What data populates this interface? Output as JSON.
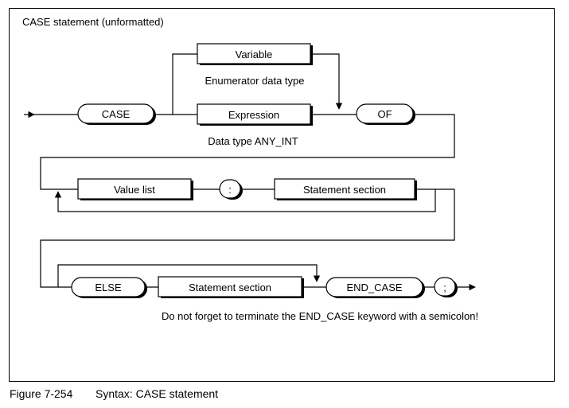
{
  "diagram": {
    "title": "CASE statement (unformatted)",
    "keywords": {
      "case": "CASE",
      "of": "OF",
      "colon": ":",
      "else": "ELSE",
      "end_case": "END_CASE",
      "semicolon": ";"
    },
    "blocks": {
      "variable": "Variable",
      "expression": "Expression",
      "value_list": "Value list",
      "statement_section_1": "Statement section",
      "statement_section_2": "Statement section"
    },
    "notes": {
      "enumerator": "Enumerator data type",
      "any_int": "Data type ANY_INT",
      "semicolon_hint": "Do not forget to terminate the END_CASE keyword with a semicolon!"
    }
  },
  "caption": {
    "number": "Figure 7-254",
    "text": "Syntax: CASE statement"
  }
}
